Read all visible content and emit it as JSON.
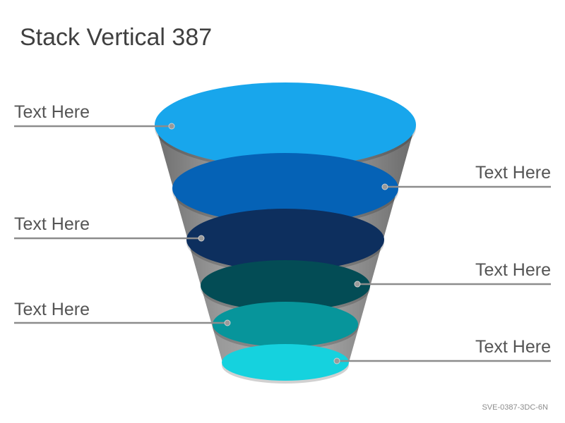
{
  "title": "Stack Vertical 387",
  "code": "SVE-0387-3DC-6N",
  "levels": [
    {
      "label": "Text Here",
      "side": "left",
      "color": "#18A6EC"
    },
    {
      "label": "Text Here",
      "side": "right",
      "color": "#0562B6"
    },
    {
      "label": "Text Here",
      "side": "left",
      "color": "#0D2F5E"
    },
    {
      "label": "Text Here",
      "side": "right",
      "color": "#034C55"
    },
    {
      "label": "Text Here",
      "side": "left",
      "color": "#07959B"
    },
    {
      "label": "Text Here",
      "side": "right",
      "color": "#15D2DE"
    }
  ],
  "colors": {
    "funnel_body": "#8E8E8E",
    "connector": "#8C8C8C",
    "text": "#555555"
  }
}
